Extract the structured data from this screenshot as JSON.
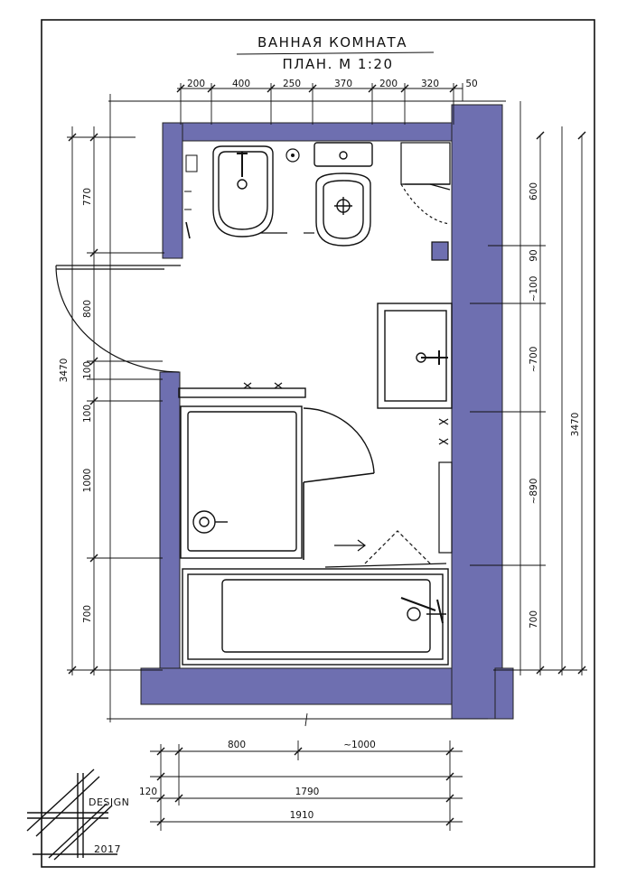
{
  "title": {
    "line1": "ВАННАЯ КОМНАТА",
    "line2": "ПЛАН. М 1:20"
  },
  "colors": {
    "wall": "#6e6fb0",
    "wall_light": "#9a9bd0",
    "ink": "#111111",
    "paper": "#ffffff"
  },
  "dimensions": {
    "top": [
      "200",
      "400",
      "250",
      "370",
      "200",
      "320",
      "50"
    ],
    "bottom_row1": [
      "800",
      "~1000"
    ],
    "bottom_120": "120",
    "bottom_1790": "1790",
    "bottom_1910": "1910",
    "left_outer": "3470",
    "left_inner": [
      "770",
      "800",
      "100",
      "100",
      "1000",
      "700"
    ],
    "right_inner": [
      "600",
      "~100",
      "90",
      "~700",
      "~890",
      "700"
    ],
    "right_outer": "3470"
  },
  "logo": {
    "text": "DESIGN",
    "year": "2017"
  }
}
